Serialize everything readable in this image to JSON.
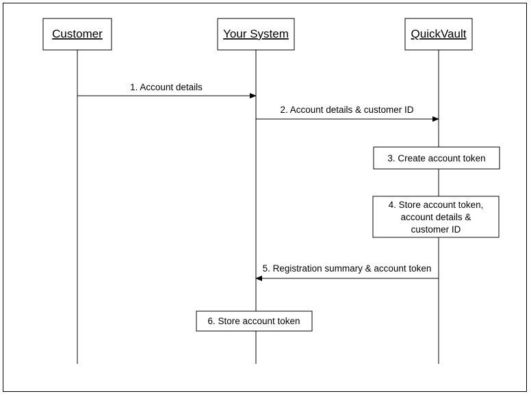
{
  "actors": {
    "customer": "Customer",
    "system": "Your System",
    "vault": "QuickVault"
  },
  "messages": {
    "m1": "1. Account details",
    "m2": "2. Account details & customer ID",
    "m5": "5. Registration summary & account token"
  },
  "steps": {
    "s3": "3. Create account token",
    "s4_line1": "4. Store account  token,",
    "s4_line2": "account details &",
    "s4_line3": "customer ID",
    "s6": "6. Store account token"
  }
}
